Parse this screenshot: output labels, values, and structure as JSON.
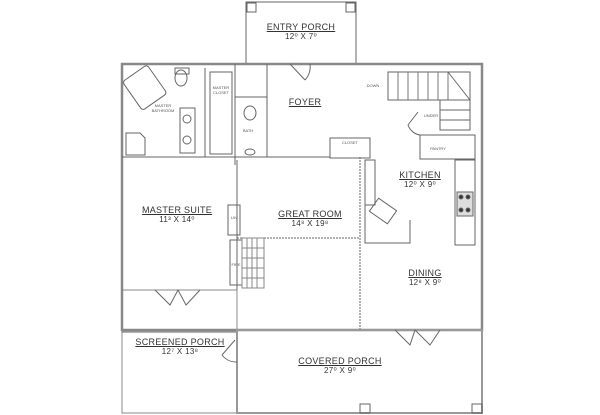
{
  "plan": {
    "rooms": [
      {
        "id": "entry-porch",
        "name": "ENTRY PORCH",
        "dim": "12⁰ X 7⁰"
      },
      {
        "id": "foyer",
        "name": "FOYER",
        "dim": ""
      },
      {
        "id": "kitchen",
        "name": "KITCHEN",
        "dim": "12⁰ X 9⁰"
      },
      {
        "id": "master-suite",
        "name": "MASTER SUITE",
        "dim": "11³ X 14⁰"
      },
      {
        "id": "great-room",
        "name": "GREAT ROOM",
        "dim": "14⁸ X 19⁸"
      },
      {
        "id": "dining",
        "name": "DINING",
        "dim": "12⁸ X 9⁰"
      },
      {
        "id": "screened-porch",
        "name": "SCREENED PORCH",
        "dim": "12⁷ X 13⁸"
      },
      {
        "id": "covered-porch",
        "name": "COVERED PORCH",
        "dim": "27⁰ X 9⁰"
      }
    ],
    "small_labels": {
      "master_bathroom": "MASTER BATHROOM",
      "master_closet": "MASTER CLOSET",
      "bath": "BATH",
      "down": "DOWN",
      "under": "UNDER",
      "closet": "CLOSET",
      "pantry": "PANTRY",
      "linen": "LIN",
      "fireplace": "FIRE"
    }
  }
}
